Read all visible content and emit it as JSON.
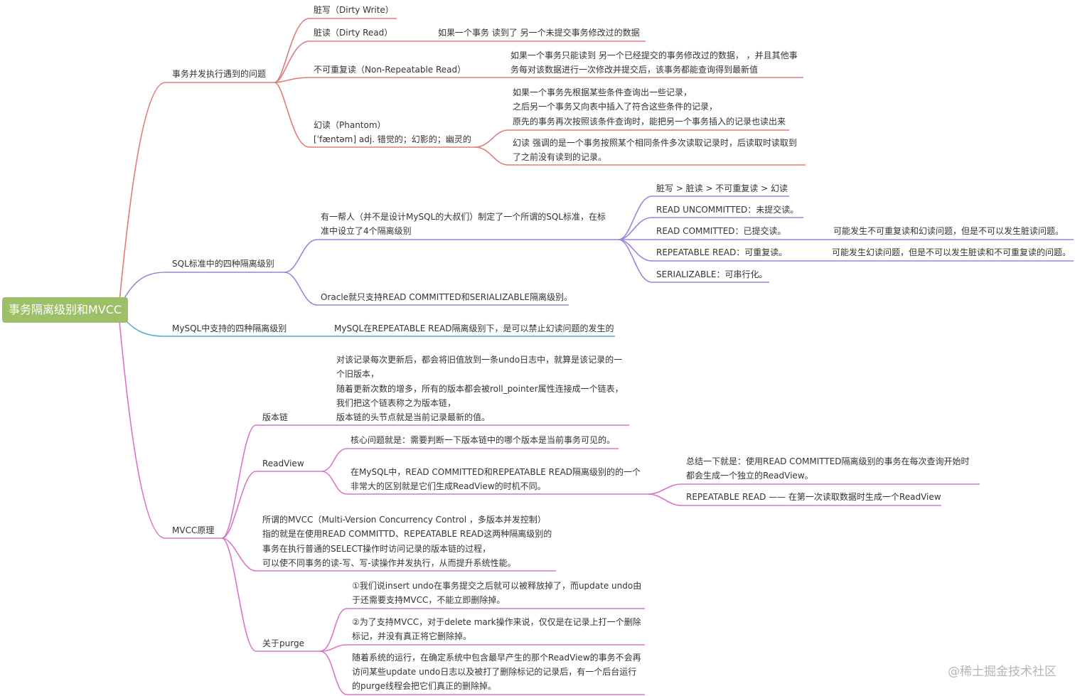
{
  "root": "事务隔离级别和MVCC",
  "colors": {
    "root_fill": "#9cbf67",
    "branch1": "#e07b7b",
    "branch2": "#9d84d6",
    "branch3": "#5aa9d8",
    "branch4": "#d776c8"
  },
  "branches": {
    "concurrency": {
      "label": "事务并发执行遇到的问题",
      "dirty_write": "脏写（Dirty Write）",
      "dirty_read": "脏读（Dirty Read）",
      "dirty_read_desc": "如果一个事务 读到了 另一个未提交事务修改过的数据",
      "non_repeatable": "不可重复读（Non-Repeatable Read）",
      "non_repeatable_desc": [
        "如果一个事务只能读到 另一个已经提交的事务修改过的数据， ，并且其他事",
        "务每对该数据进行一次修改并提交后，该事务都能查询得到最新值"
      ],
      "phantom": [
        "幻读（Phantom）",
        "[ˈfæntəm] adj. 错觉的；幻影的；幽灵的"
      ],
      "phantom_desc1": [
        "如果一个事务先根据某些条件查询出一些记录，",
        "之后另一个事务又向表中插入了符合这些条件的记录，",
        "原先的事务再次按照该条件查询时，能把另一个事务插入的记录也读出来"
      ],
      "phantom_desc2": [
        "幻读 强调的是一个事务按照某个相同条件多次读取记录时，后读取时读取到",
        "了之前没有读到的记录。"
      ]
    },
    "sql_standard": {
      "label": "SQL标准中的四种隔离级别",
      "intro": [
        "有一帮人（并不是设计MySQL的大叔们）制定了一个所谓的SQL标准，在标",
        "准中设立了4个隔离级别"
      ],
      "severity": "脏写 > 脏读 > 不可重复读 > 幻读",
      "read_uncommitted": "READ UNCOMMITTED：未提交读。",
      "read_committed": "READ COMMITTED：已提交读。",
      "read_committed_note": "可能发生不可重复读和幻读问题，但是不可以发生脏读问题。",
      "repeatable_read": "REPEATABLE READ：可重复读。",
      "repeatable_read_note": "可能发生幻读问题，但是不可以发生脏读和不可重复读的问题。",
      "serializable": "SERIALIZABLE：可串行化。",
      "oracle": "Oracle就只支持READ COMMITTED和SERIALIZABLE隔离级别。"
    },
    "mysql": {
      "label": "MySQL中支持的四种隔离级别",
      "desc": "MySQL在REPEATABLE READ隔离级别下，是可以禁止幻读问题的发生的"
    },
    "mvcc": {
      "label": "MVCC原理",
      "version_chain": "版本链",
      "version_chain_desc": [
        "对该记录每次更新后，都会将旧值放到一条undo日志中，就算是该记录的一",
        "个旧版本，",
        "随着更新次数的增多，所有的版本都会被roll_pointer属性连接成一个链表，",
        "我们把这个链表称之为版本链，",
        "版本链的头节点就是当前记录最新的值。"
      ],
      "readview": "ReadView",
      "readview_core": "核心问题就是：需要判断一下版本链中的哪个版本是当前事务可见的。",
      "readview_diff": [
        "在MySQL中，READ COMMITTED和REPEATABLE READ隔离级别的的一个",
        "非常大的区别就是它们生成ReadView的时机不同。"
      ],
      "readview_rc": [
        "总结一下就是：使用READ COMMITTED隔离级别的事务在每次查询开始时",
        "都会生成一个独立的ReadView。"
      ],
      "readview_rr": "REPEATABLE READ —— 在第一次读取数据时生成一个ReadView",
      "mvcc_def": [
        "所谓的MVCC（Multi-Version Concurrency Control ，多版本并发控制）",
        "指的就是在使用READ COMMITTD、REPEATABLE READ这两种隔离级别的",
        "事务在执行普通的SELECT操作时访问记录的版本链的过程，",
        "可以使不同事务的读-写、写-读操作并发执行，从而提升系统性能。"
      ],
      "purge": "关于purge",
      "purge1": [
        "①我们说insert undo在事务提交之后就可以被释放掉了，而update undo由",
        "于还需要支持MVCC，不能立即删除掉。"
      ],
      "purge2": [
        "②为了支持MVCC，对于delete mark操作来说，仅仅是在记录上打一个删除",
        "标记，并没有真正将它删除掉。"
      ],
      "purge3": [
        "随着系统的运行，在确定系统中包含最早产生的那个ReadView的事务不会再",
        "访问某些update undo日志以及被打了删除标记的记录后，有一个后台运行",
        "的purge线程会把它们真正的删除掉。"
      ]
    }
  },
  "watermark": "@稀土掘金技术社区"
}
